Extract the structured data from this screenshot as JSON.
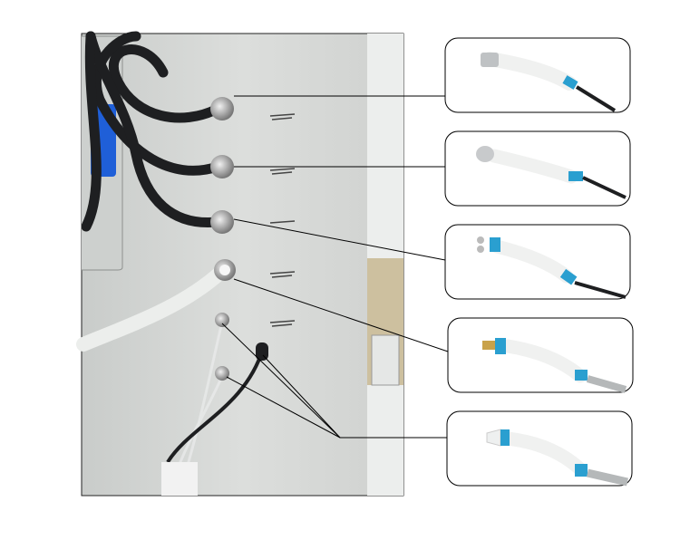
{
  "colors": {
    "panel": "#d9dbd9",
    "panel_edge": "#bfc2c0",
    "cable": "#1e1f21",
    "tube": "#eceeec",
    "accent_blue": "#2a9fd0",
    "handpiece": "#f4f5f4",
    "callout_line": "#000000"
  },
  "icons": [
    "port-connector-icon",
    "handpiece-symbol-icon"
  ],
  "callouts": [
    {
      "name": "handpiece-flat-head"
    },
    {
      "name": "handpiece-dome-head"
    },
    {
      "name": "handpiece-double-ball"
    },
    {
      "name": "handpiece-nozzle"
    },
    {
      "name": "handpiece-cone-tip"
    }
  ]
}
